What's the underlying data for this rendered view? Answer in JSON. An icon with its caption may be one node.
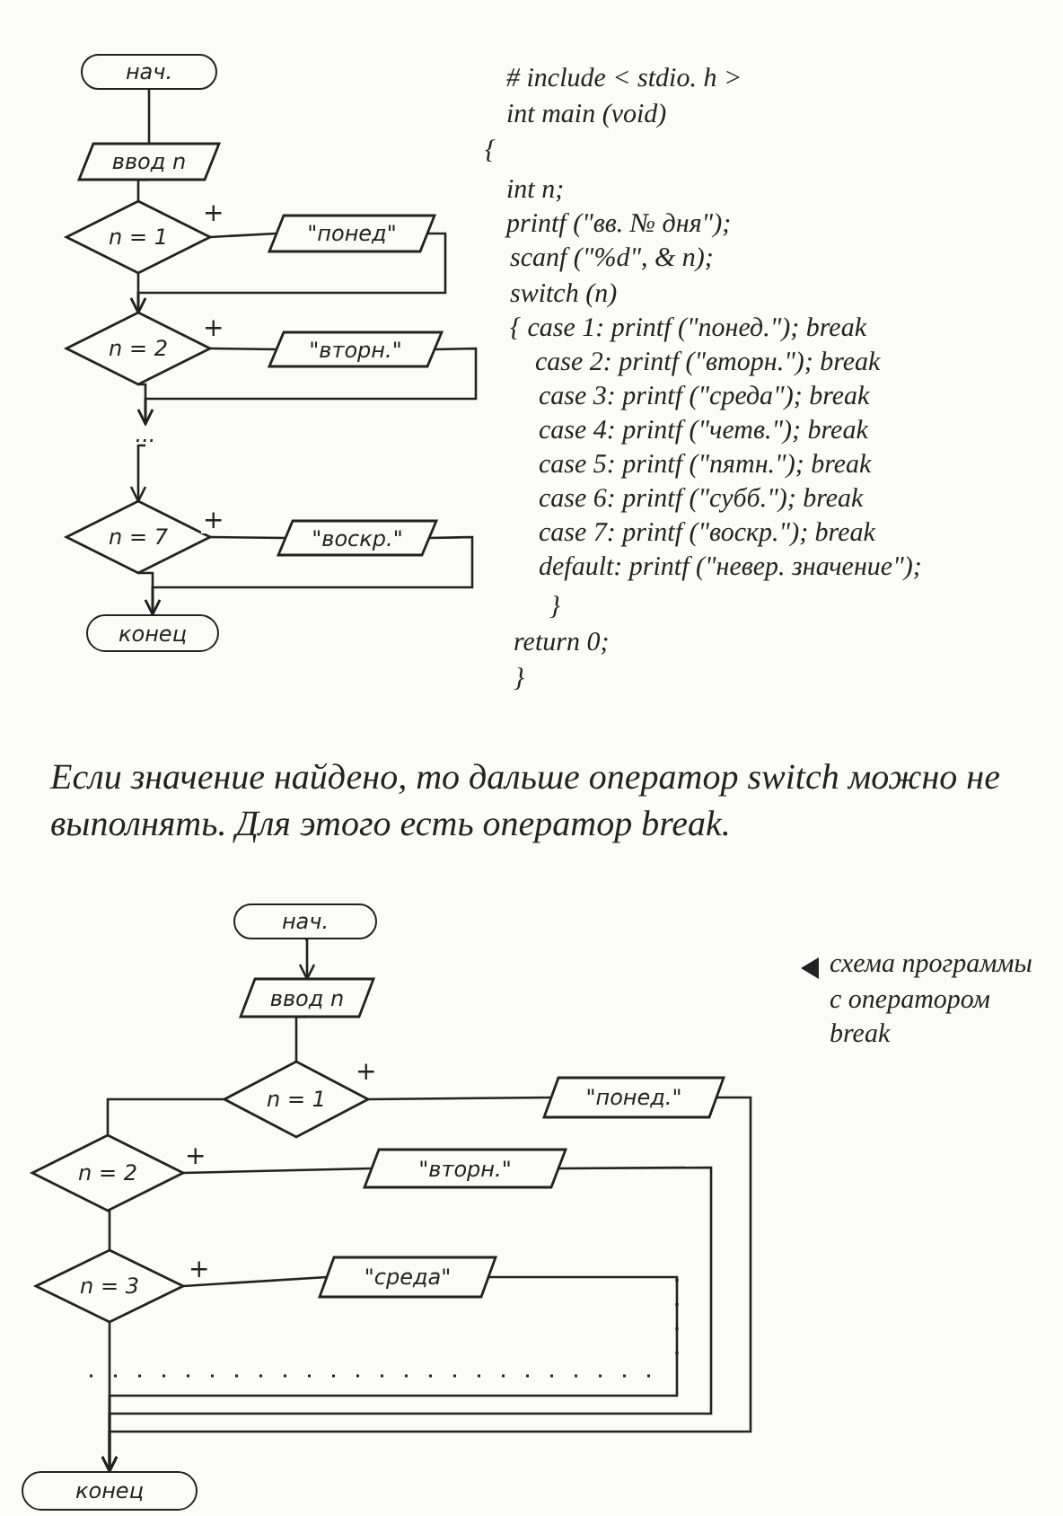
{
  "diagram": {
    "nodes": [
      {
        "text": [
          "нач."
        ]
      },
      {
        "text": [
          "ввод n"
        ]
      },
      {
        "text": [
          "n = 1"
        ]
      },
      {
        "text": [
          "\"понед\""
        ]
      },
      {
        "text": [
          "n = 2"
        ]
      },
      {
        "text": [
          "\"вторн.\""
        ]
      },
      {
        "text": [
          "..."
        ]
      },
      {
        "text": [
          "n = 7"
        ]
      },
      {
        "text": [
          "\"воскр.\""
        ]
      },
      {
        "text": [
          "конец"
        ]
      },
      {
        "text": [
          "нач."
        ]
      },
      {
        "text": [
          "ввод n"
        ]
      },
      {
        "text": [
          "n = 1"
        ]
      },
      {
        "text": [
          "\"понед.\""
        ]
      },
      {
        "text": [
          "n = 2"
        ]
      },
      {
        "text": [
          "\"вторн.\""
        ]
      },
      {
        "text": [
          "n = 3"
        ]
      },
      {
        "text": [
          "\"среда\""
        ]
      },
      {
        "text": [
          "конец"
        ]
      }
    ],
    "edges": [
      {
        "from": 0,
        "to": 1,
        "arrow": "none"
      },
      {
        "from": 1,
        "to": 2,
        "arrow": "none"
      },
      {
        "from": 2,
        "to": 3,
        "arrow": "none",
        "label": "+"
      },
      {
        "from": 3,
        "to": 4,
        "arrow": "to"
      },
      {
        "from": 2,
        "to": 4,
        "arrow": "to"
      },
      {
        "from": 4,
        "to": 5,
        "arrow": "none",
        "label": "+"
      },
      {
        "from": 5,
        "to": 6,
        "arrow": "to"
      },
      {
        "from": 4,
        "to": 6,
        "arrow": "to"
      },
      {
        "from": 6,
        "to": 7,
        "arrow": "to"
      },
      {
        "from": 7,
        "to": 8,
        "arrow": "none",
        "label": "+"
      },
      {
        "from": 8,
        "to": 9,
        "arrow": "to"
      },
      {
        "from": 7,
        "to": 9,
        "arrow": "to"
      },
      {
        "from": 10,
        "to": 11,
        "arrow": "to"
      },
      {
        "from": 11,
        "to": 12,
        "arrow": "none"
      },
      {
        "from": 12,
        "to": 13,
        "arrow": "none",
        "label": "+"
      },
      {
        "from": 12,
        "to": 14,
        "arrow": "none"
      },
      {
        "from": 14,
        "to": 15,
        "arrow": "none",
        "label": "+"
      },
      {
        "from": 14,
        "to": 16,
        "arrow": "none"
      },
      {
        "from": 16,
        "to": 17,
        "arrow": "none",
        "label": "+"
      },
      {
        "from": 16,
        "to": 18,
        "arrow": "to"
      },
      {
        "from": 13,
        "to": 18,
        "arrow": "to"
      },
      {
        "from": 15,
        "to": 18,
        "arrow": "to"
      },
      {
        "from": 17,
        "to": 18,
        "arrow": "to"
      }
    ],
    "labels": [
      "# include < stdio. h >",
      "int main (void)",
      "{",
      "int n;",
      "printf (\"вв. № дня\");",
      "scanf (\"%d\", & n);",
      "switch (n)",
      "{ case 1: printf (\"понед.\"); break",
      "case 2: printf (\"вторн.\"); break",
      "case 3: printf (\"среда\"); break",
      "case 4: printf (\"четв.\"); break",
      "case 5: printf (\"пятн.\"); break",
      "case 6: printf (\"субб.\"); break",
      "case 7: printf (\"воскр.\"); break",
      "default: printf (\"невер. значение\");",
      "}",
      "return 0;",
      "}",
      "Если значение найдено, то дальше оператор switch можно не выполнять. Для этого есть оператор break.",
      "схема программы с оператором break"
    ]
  }
}
